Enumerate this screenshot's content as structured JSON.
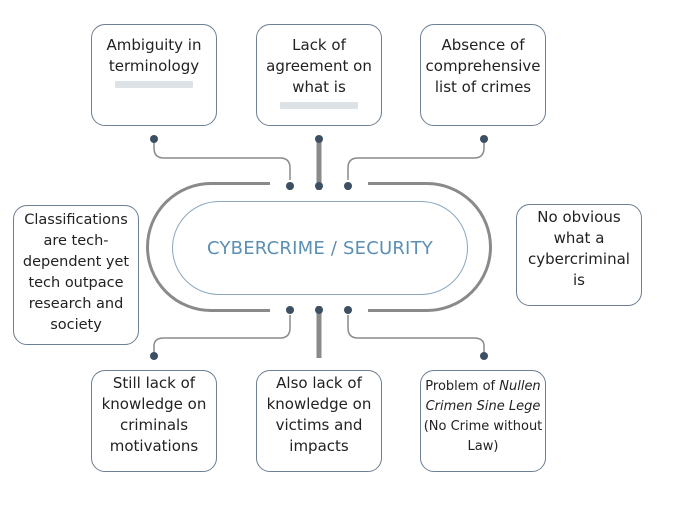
{
  "center": {
    "title": "CYBERCRIME / SECURITY"
  },
  "boxes": {
    "ambiguity": [
      "Ambiguity in",
      "terminology"
    ],
    "lack_agreement": [
      "Lack of",
      "agreement on",
      "what is"
    ],
    "absence_list": [
      "Absence of",
      "comprehensive",
      "list of crimes"
    ],
    "classifications": [
      "Classifications",
      "are tech-",
      "dependent yet",
      "tech outpace",
      "research and",
      "society"
    ],
    "no_obvious": [
      "No obvious",
      "what a",
      "cybercriminal",
      "is"
    ],
    "criminals": [
      "Still lack of",
      "knowledge on",
      "criminals",
      "motivations"
    ],
    "victims": [
      "Also lack of",
      "knowledge on",
      "victims and",
      "impacts"
    ],
    "nullen": {
      "line1_prefix": "Problem of ",
      "line1_italic": "Nullen",
      "line2_italic": "Crimen Sine Lege",
      "line3": "(No Crime without",
      "line4": "Law)"
    }
  },
  "colors": {
    "accent": "#5b8fb3",
    "connector": "#8a8a8a",
    "dot": "#3d4f62",
    "border": "#6d7f92"
  }
}
